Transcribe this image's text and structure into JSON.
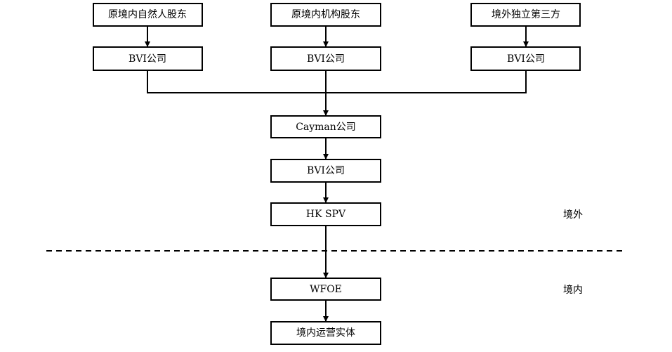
{
  "diagram": {
    "nodes": {
      "shareholder_individual": "原境内自然人股东",
      "shareholder_institution": "原境内机构股东",
      "third_party_offshore": "境外独立第三方",
      "bvi_left": "BVI公司",
      "bvi_middle": "BVI公司",
      "bvi_right": "BVI公司",
      "cayman": "Cayman公司",
      "bvi_holding": "BVI公司",
      "hk_spv": "HK SPV",
      "wfoe": "WFOE",
      "domestic_entity": "境内运营实体"
    },
    "regions": {
      "offshore": "境外",
      "onshore": "境内"
    },
    "colors": {
      "stroke": "#000000",
      "background": "#ffffff"
    }
  }
}
